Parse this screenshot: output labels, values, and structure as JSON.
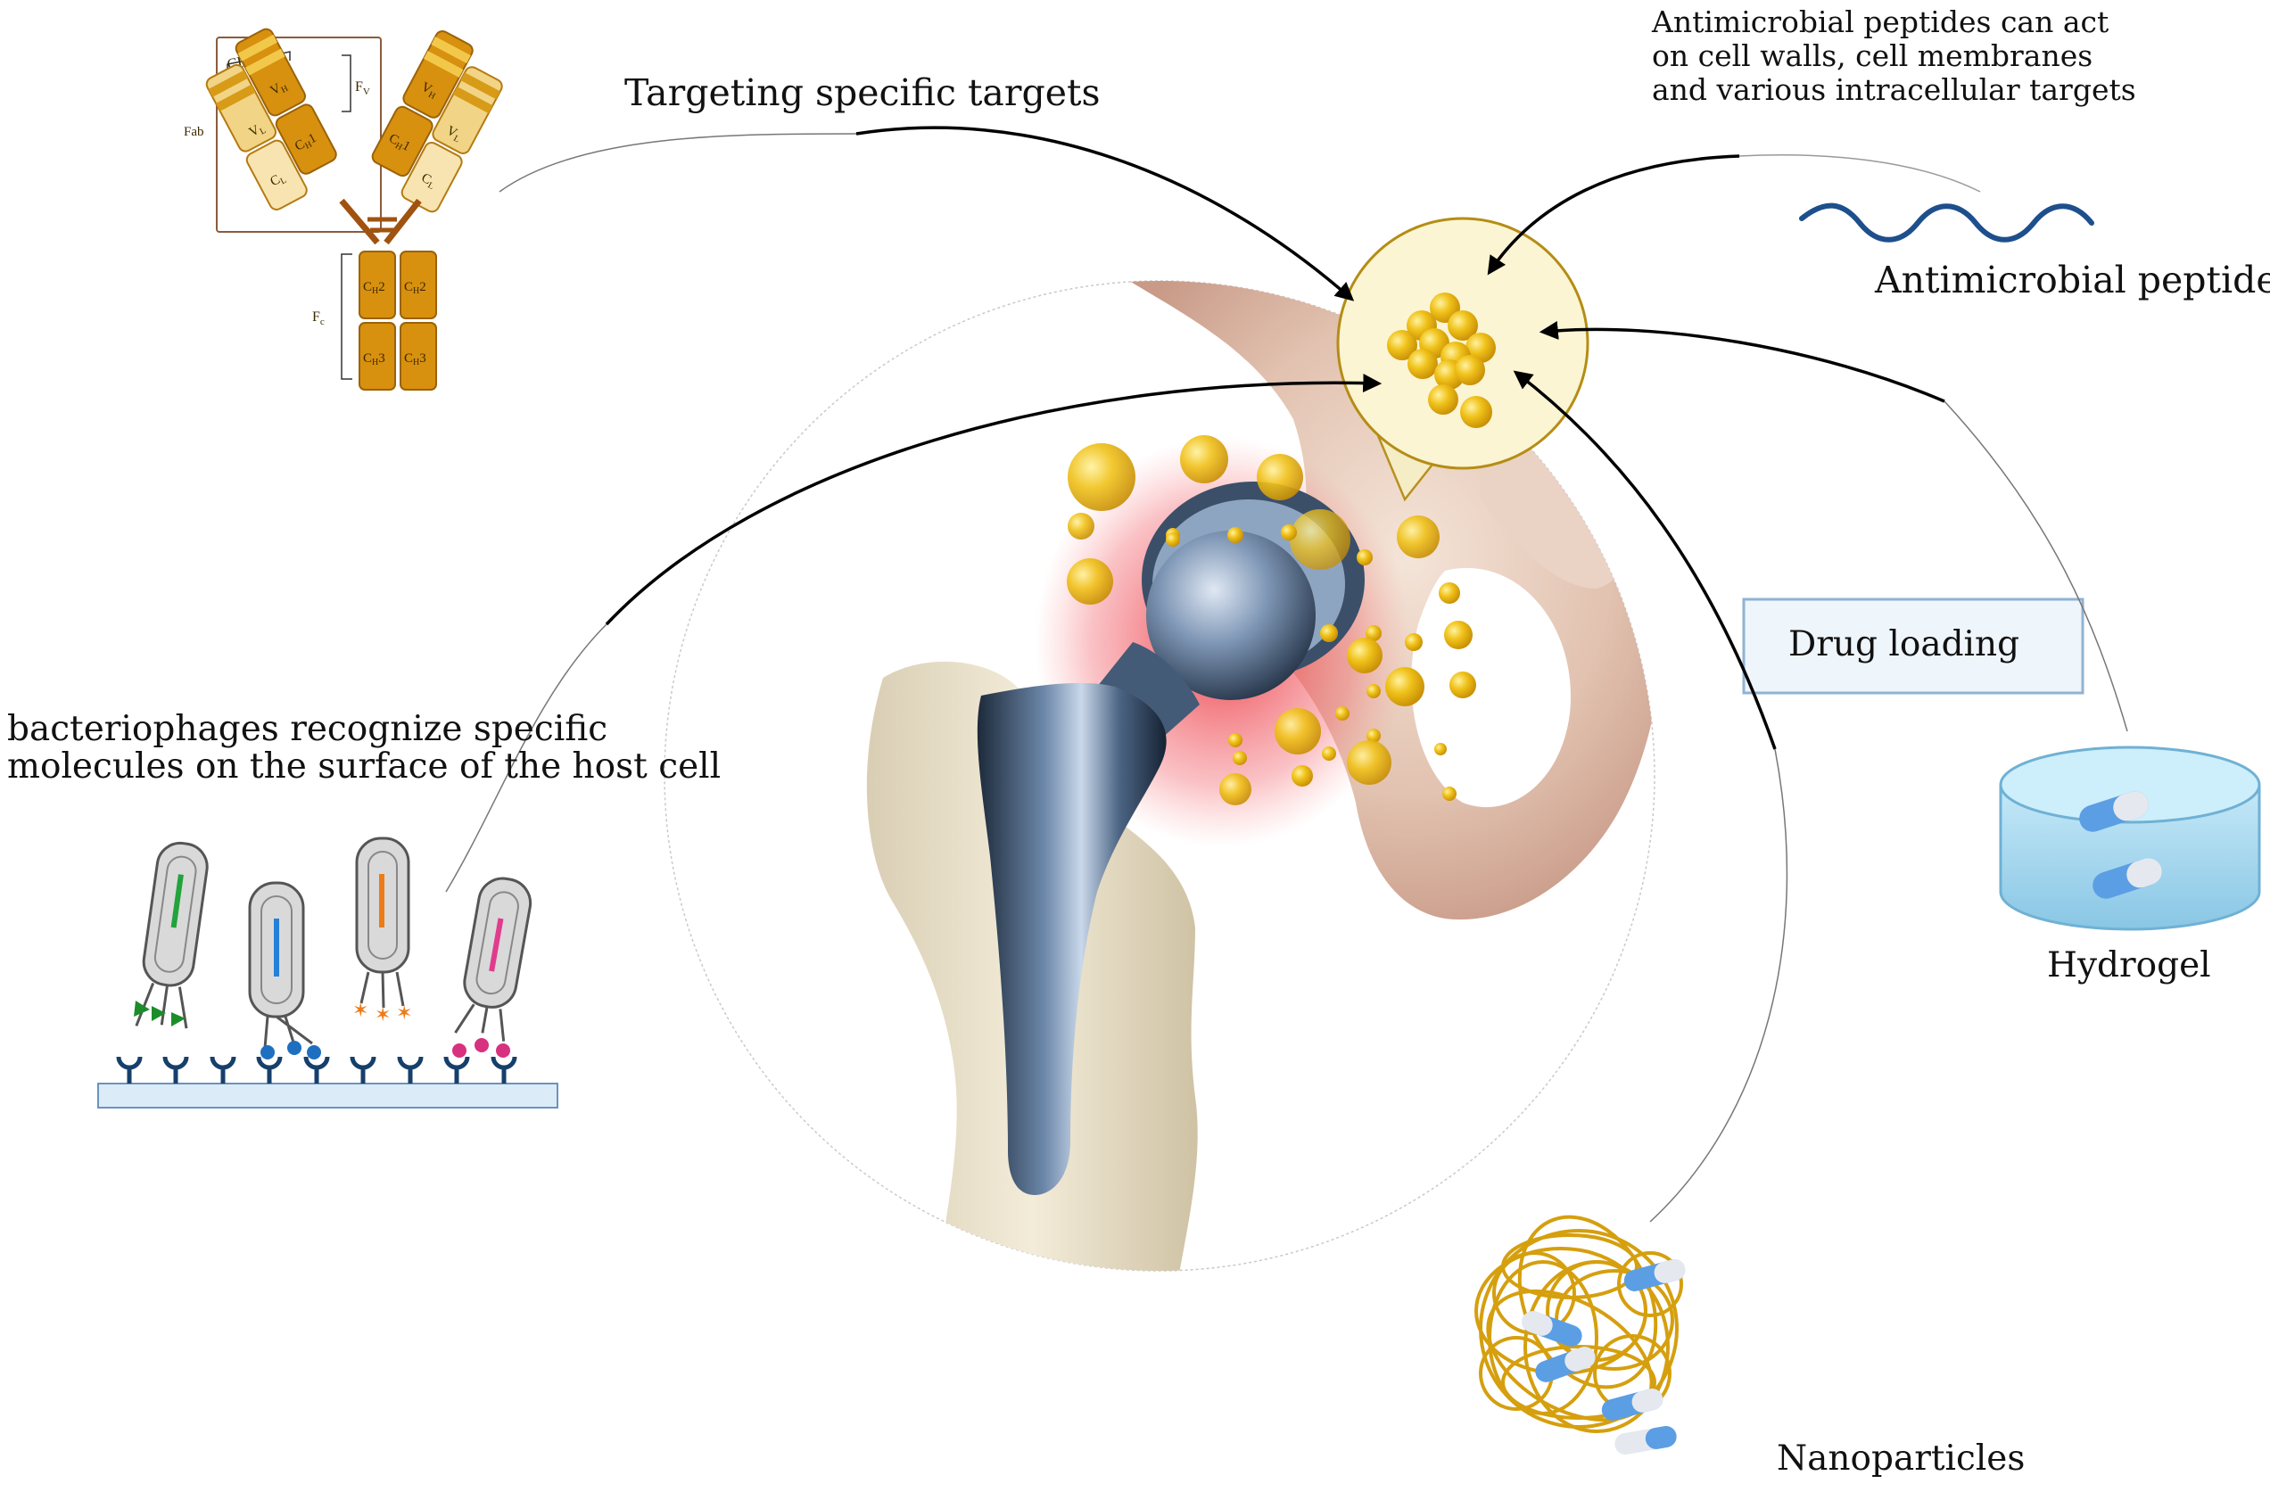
{
  "labels": {
    "targeting": "Targeting specific targets",
    "amp_action_1": "Antimicrobial peptides can act",
    "amp_action_2": "on cell walls, cell membranes",
    "amp_action_3": "and various intracellular targets",
    "amp": "Antimicrobial peptide",
    "phage_1": "bacteriophages recognize specific",
    "phage_2": "molecules on the surface of the host cell",
    "drug_loading": "Drug loading",
    "hydrogel": "Hydrogel",
    "nanoparticles": "Nanoparticles"
  },
  "antibody": {
    "fab": "Fab",
    "cdr": "CDR",
    "fv": "F",
    "fv_sub": "V",
    "fc": "F",
    "fc_sub": "c",
    "vh": "V",
    "vh_sub": "H",
    "vl": "V",
    "vl_sub": "L",
    "ch1": "C",
    "ch1_sub": "H",
    "ch1_num": "1",
    "cl": "C",
    "cl_sub": "L",
    "ch2": "C",
    "ch2_sub": "H",
    "ch2_num": "2",
    "ch3": "C",
    "ch3_sub": "H",
    "ch3_num": "3"
  },
  "colors": {
    "antibody_dark": "#d8900f",
    "antibody_light": "#f6dea0",
    "gold": "#e9b90c",
    "amp_wave": "#1e4f8d",
    "hydrogel": "#9fd3ee",
    "capsule_blue": "#5b9ee4",
    "receptor": "#163f6b",
    "drug_box": "#eef5fb"
  }
}
